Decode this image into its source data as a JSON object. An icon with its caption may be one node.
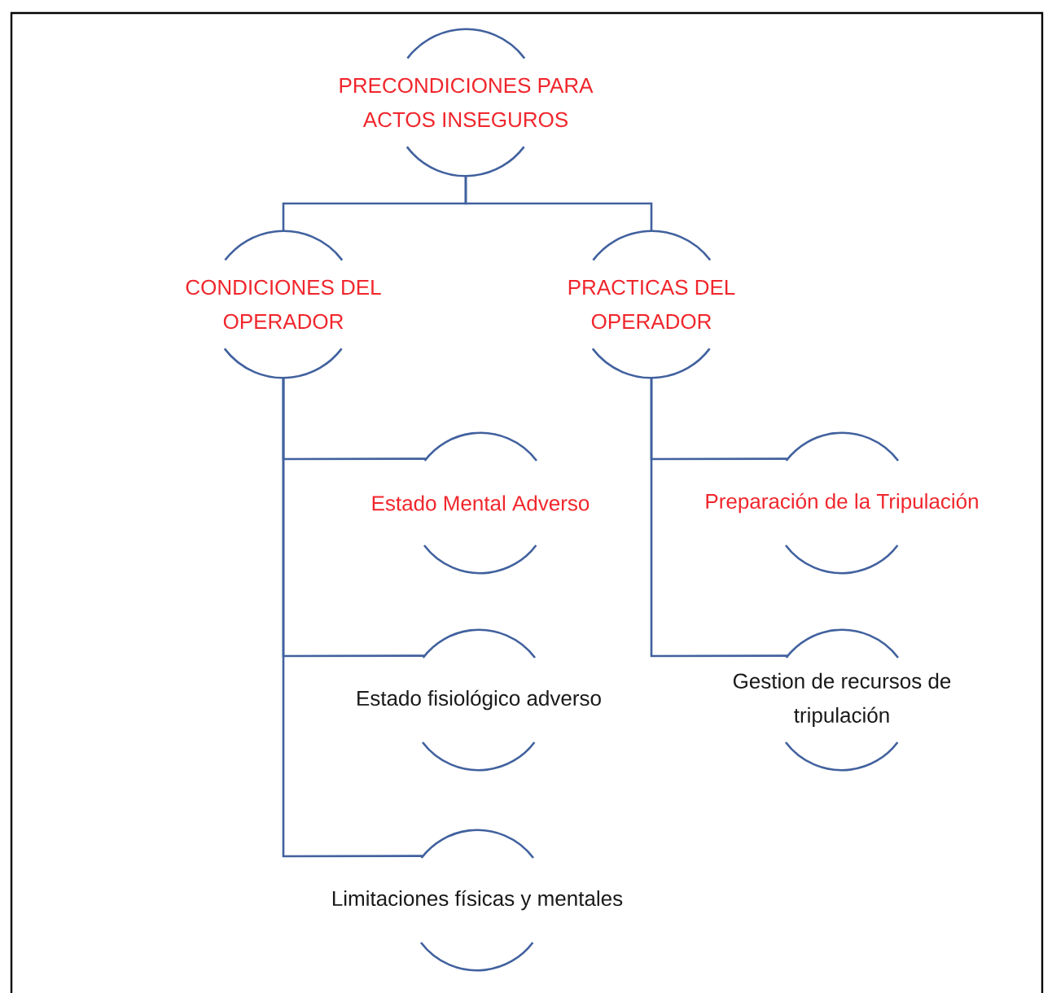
{
  "diagram": {
    "nodes": [
      {
        "text": [
          "PRECONDICIONES PARA ACTOS INSEGUROS"
        ]
      },
      {
        "text": [
          "CONDICIONES DEL OPERADOR"
        ]
      },
      {
        "text": [
          "PRACTICAS DEL OPERADOR"
        ]
      },
      {
        "text": [
          "Estado Mental Adverso"
        ]
      },
      {
        "text": [
          "Estado fisiológico adverso"
        ]
      },
      {
        "text": [
          "Limitaciones físicas y mentales"
        ]
      },
      {
        "text": [
          "Preparación de la Tripulación"
        ]
      },
      {
        "text": [
          "Gestion de recursos de tripulación"
        ]
      }
    ],
    "edges": [
      {
        "from": 0,
        "to": 1,
        "arrow": "none"
      },
      {
        "from": 0,
        "to": 2,
        "arrow": "none"
      },
      {
        "from": 1,
        "to": 3,
        "arrow": "none"
      },
      {
        "from": 1,
        "to": 4,
        "arrow": "none"
      },
      {
        "from": 1,
        "to": 5,
        "arrow": "none"
      },
      {
        "from": 2,
        "to": 6,
        "arrow": "none"
      },
      {
        "from": 2,
        "to": 7,
        "arrow": "none"
      }
    ]
  }
}
